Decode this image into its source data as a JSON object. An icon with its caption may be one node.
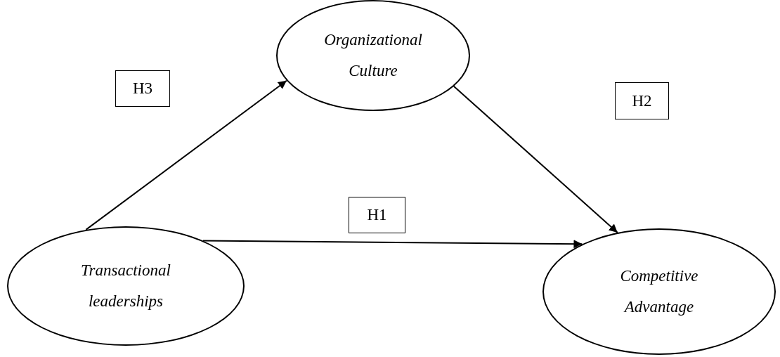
{
  "diagram": {
    "nodes": [
      {
        "text": [
          "Organizational Culture"
        ]
      },
      {
        "text": [
          "Transactional leaderships"
        ]
      },
      {
        "text": [
          "Competitive Advantage"
        ]
      },
      {
        "text": [
          "H3"
        ]
      },
      {
        "text": [
          "H2"
        ]
      },
      {
        "text": [
          "H1"
        ]
      }
    ],
    "edges": [
      {
        "from": 1,
        "to": 0,
        "arrow": "to"
      },
      {
        "from": 0,
        "to": 2,
        "arrow": "to"
      },
      {
        "from": 1,
        "to": 2,
        "arrow": "to"
      }
    ]
  }
}
